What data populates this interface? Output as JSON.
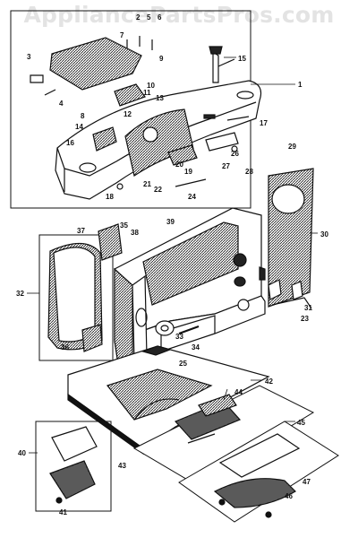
{
  "watermark": "AppliancePartsPros.com",
  "callouts": {
    "c1": "1",
    "c2": "2",
    "c3": "3",
    "c4": "4",
    "c5": "5",
    "c6": "6",
    "c7": "7",
    "c8": "8",
    "c9": "9",
    "c10": "10",
    "c11": "11",
    "c12": "12",
    "c13": "13",
    "c14": "14",
    "c15": "15",
    "c16": "16",
    "c17": "17",
    "c18": "18",
    "c19": "19",
    "c20": "20",
    "c21": "21",
    "c22": "22",
    "c23": "23",
    "c24": "24",
    "c25": "25",
    "c26": "26",
    "c27": "27",
    "c28": "28",
    "c29": "29",
    "c30": "30",
    "c31": "31",
    "c32": "32",
    "c33": "33",
    "c34": "34",
    "c35": "35",
    "c36": "36",
    "c37": "37",
    "c38": "38",
    "c39": "39",
    "c40": "40",
    "c41": "41",
    "c42": "42",
    "c43": "43",
    "c44": "44",
    "c45": "45",
    "c46": "46",
    "c47": "47"
  }
}
